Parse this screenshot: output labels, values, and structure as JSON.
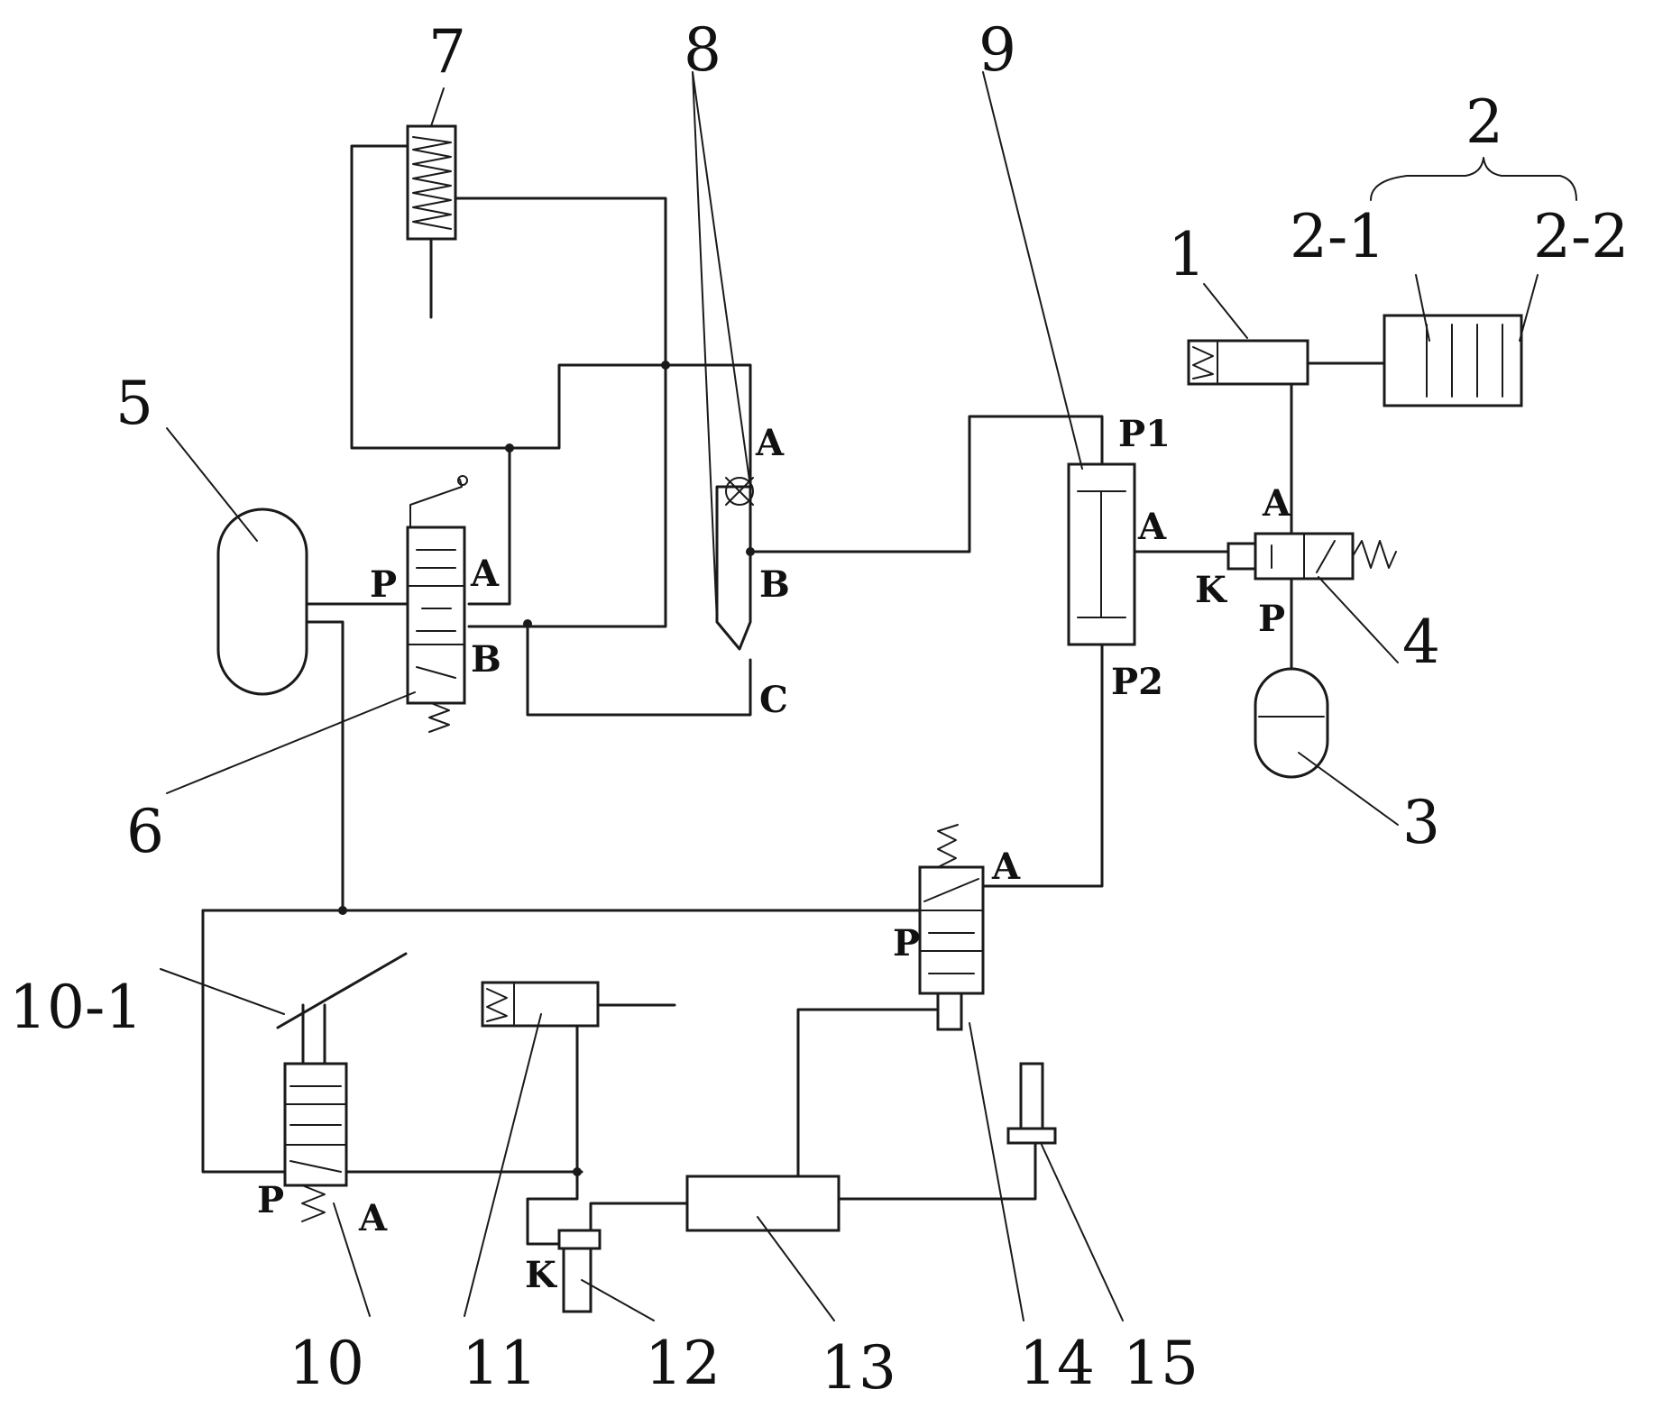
{
  "component_labels": {
    "c1": "1",
    "c2": "2",
    "c2_1": "2-1",
    "c2_2": "2-2",
    "c3": "3",
    "c4": "4",
    "c5": "5",
    "c6": "6",
    "c7": "7",
    "c8": "8",
    "c9": "9",
    "c10": "10",
    "c10_1": "10-1",
    "c11": "11",
    "c12": "12",
    "c13": "13",
    "c14": "14",
    "c15": "15"
  },
  "port_labels": {
    "v6_p": "P",
    "v6_a": "A",
    "v6_b": "B",
    "v8_a": "A",
    "v8_b": "B",
    "v8_c": "C",
    "v9_p1": "P1",
    "v9_a": "A",
    "v9_p2": "P2",
    "v4_a": "A",
    "v4_k": "K",
    "v4_p": "P",
    "v14_a": "A",
    "v14_p": "P",
    "v10_p": "P",
    "v10_a": "A",
    "v12_k": "K"
  }
}
